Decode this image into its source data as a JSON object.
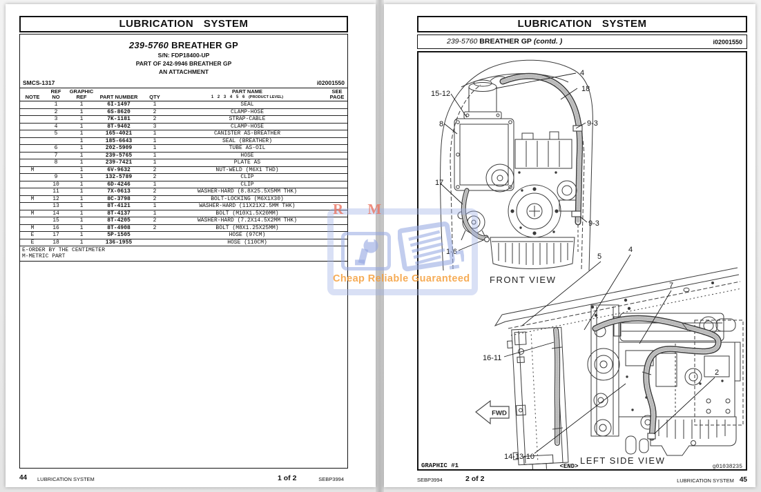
{
  "colors": {
    "watermark_blue": "#a1b2e6",
    "watermark_red": "#ec7664",
    "watermark_orange": "#f49e38"
  },
  "watermark": {
    "letters": "R M",
    "tagline": "Cheap Reliable Guaranteed"
  },
  "left_page": {
    "banner": "LUBRICATION SYSTEM",
    "title": {
      "part_number": "239-5760",
      "name": "BREATHER GP",
      "sn": "S/N: FDP18400-UP",
      "part_of": "PART OF 242-9946 BREATHER GP",
      "attachment": "AN ATTACHMENT"
    },
    "smcs": "SMCS-1317",
    "doc_id": "i02001550",
    "table": {
      "headers": {
        "note": "NOTE",
        "ref_l1": "REF",
        "ref_l2": "NO",
        "graphic_l1": "GRAPHIC",
        "graphic_l2": "REF",
        "part_number": "PART NUMBER",
        "qty": "QTY",
        "part_name": "PART NAME",
        "levels": "1 2 3 4 5 6",
        "product_level": "(PRODUCT LEVEL)",
        "see_l1": "SEE",
        "see_l2": "PAGE"
      },
      "rows": [
        {
          "note": "",
          "ref": "1",
          "graphic": "1",
          "part": "6I-1497",
          "qty": "1",
          "name": "SEAL"
        },
        {
          "note": "",
          "ref": "2",
          "graphic": "1",
          "part": "6S-8620",
          "qty": "2",
          "name": "CLAMP-HOSE"
        },
        {
          "note": "",
          "ref": "3",
          "graphic": "1",
          "part": "7K-1181",
          "qty": "2",
          "name": "STRAP-CABLE"
        },
        {
          "note": "",
          "ref": "4",
          "graphic": "1",
          "part": "8T-9402",
          "qty": "3",
          "name": "CLAMP-HOSE"
        },
        {
          "note": "",
          "ref": "5",
          "graphic": "1",
          "part": "165-4021",
          "qty": "1",
          "name": "CANISTER AS-BREATHER"
        },
        {
          "note": "",
          "ref": "",
          "graphic": "1",
          "part": "185-6643",
          "qty": "1",
          "name": "  SEAL (BREATHER)"
        },
        {
          "note": "",
          "ref": "6",
          "graphic": "1",
          "part": "202-5909",
          "qty": "1",
          "name": "TUBE AS-OIL"
        },
        {
          "note": "",
          "ref": "7",
          "graphic": "1",
          "part": "239-5765",
          "qty": "1",
          "name": "HOSE"
        },
        {
          "note": "",
          "ref": "8",
          "graphic": "1",
          "part": "239-7421",
          "qty": "1",
          "name": "PLATE AS"
        },
        {
          "note": "M",
          "ref": "",
          "graphic": "1",
          "part": "6V-9632",
          "qty": "2",
          "name": "  NUT-WELD (M6X1 THD)"
        },
        {
          "note": "",
          "ref": "9",
          "graphic": "1",
          "part": "132-5789",
          "qty": "2",
          "name": "CLIP"
        },
        {
          "note": "",
          "ref": "10",
          "graphic": "1",
          "part": "6D-4246",
          "qty": "1",
          "name": "CLIP"
        },
        {
          "note": "",
          "ref": "11",
          "graphic": "1",
          "part": "7X-0613",
          "qty": "2",
          "name": "WASHER-HARD (8.8X25.5X5MM THK)"
        },
        {
          "note": "M",
          "ref": "12",
          "graphic": "1",
          "part": "8C-3798",
          "qty": "2",
          "name": "BOLT-LOCKING (M6X1X30)"
        },
        {
          "note": "",
          "ref": "13",
          "graphic": "1",
          "part": "8T-4121",
          "qty": "1",
          "name": "WASHER-HARD (11X21X2.5MM THK)"
        },
        {
          "note": "M",
          "ref": "14",
          "graphic": "1",
          "part": "8T-4137",
          "qty": "1",
          "name": "BOLT (M10X1.5X20MM)"
        },
        {
          "note": "",
          "ref": "15",
          "graphic": "1",
          "part": "8T-4205",
          "qty": "2",
          "name": "WASHER-HARD (7.2X14.5X2MM THK)"
        },
        {
          "note": "M",
          "ref": "16",
          "graphic": "1",
          "part": "8T-4908",
          "qty": "2",
          "name": "BOLT (M8X1.25X25MM)"
        },
        {
          "note": "E",
          "ref": "17",
          "graphic": "1",
          "part": "5P-1505",
          "qty": "",
          "name": "HOSE (97CM)"
        },
        {
          "note": "E",
          "ref": "18",
          "graphic": "1",
          "part": "136-1955",
          "qty": "",
          "name": "HOSE (110CM)"
        }
      ],
      "notes": [
        "E-ORDER BY THE CENTIMETER",
        "M-METRIC PART"
      ]
    },
    "footer": {
      "page_no": "44",
      "section": "LUBRICATION SYSTEM",
      "sheet": "1 of 2",
      "doc": "SEBP3994"
    }
  },
  "right_page": {
    "banner": "LUBRICATION SYSTEM",
    "subtitle": {
      "part_number": "239-5760",
      "name": "BREATHER GP",
      "contd": "(contd. )"
    },
    "doc_id": "i02001550",
    "diagram": {
      "labels": {
        "l4_front": "4",
        "l18": "18",
        "l15_12": "15-12",
        "l8": "8",
        "l9_3_upper": "9-3",
        "l17": "17",
        "l1_6": "1-6",
        "l9_3_lower": "9-3",
        "front_view": "FRONT VIEW",
        "l5": "5",
        "l4_side": "4",
        "l7": "7",
        "l16_11": "16-11",
        "fwd": "FWD",
        "l14_13_10": "14-13-10",
        "l2": "2",
        "left_side_view": "LEFT SIDE VIEW",
        "graphic_no": "GRAPHIC #1",
        "end_tag": "<END>",
        "image_id": "g01038235"
      }
    },
    "footer": {
      "doc": "SEBP3994",
      "sheet": "2 of 2",
      "section": "LUBRICATION SYSTEM",
      "page_no": "45"
    }
  }
}
